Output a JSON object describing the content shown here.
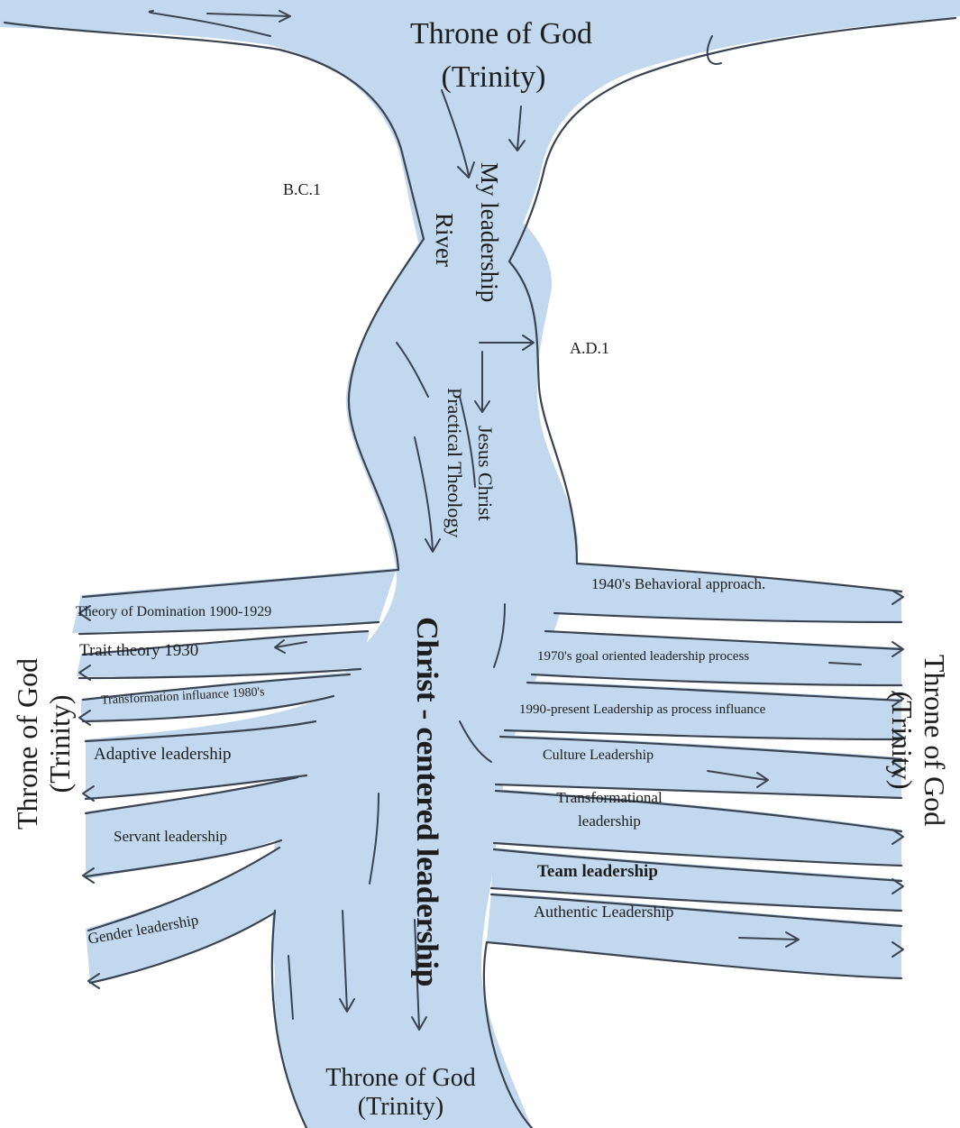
{
  "top": {
    "line1": "Throne of God",
    "line2": "(Trinity)"
  },
  "bottom": {
    "line1": "Throne of God",
    "line2": "(Trinity)"
  },
  "left_side": {
    "line1": "Throne of God",
    "line2": "(Trinity)"
  },
  "right_side": {
    "line1": "Throne of God",
    "line2": "(Trinity)"
  },
  "era_bc": "B.C.1",
  "era_ad": "A.D.1",
  "river": {
    "line1": "My leadership",
    "line2": "River"
  },
  "jesus": {
    "line1": "Jesus Christ",
    "line2": "Practical Theology"
  },
  "center_title": "Christ - centered leadership",
  "left_branches": [
    "Theory of Domination 1900-1929",
    "Trait theory 1930",
    "Transformation influance 1980's",
    "Adaptive leadership",
    "Servant leadership",
    "Gender leadership"
  ],
  "right_branches": [
    "1940's Behavioral approach.",
    "1970's goal oriented leadership process",
    "1990-present Leadership as process influance",
    "Culture Leadership",
    "Transformational leadership",
    "Team leadership",
    "Authentic Leadership"
  ],
  "colors": {
    "water": "#c2d8ee",
    "water_light": "#d6e6f5",
    "outline": "#3a4352",
    "text": "#1d1d1d"
  }
}
